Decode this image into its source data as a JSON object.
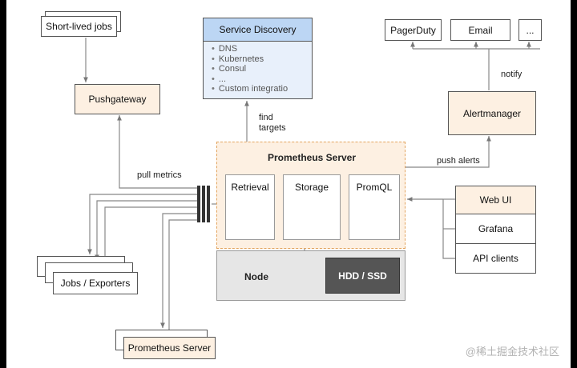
{
  "short_lived_jobs": "Short-lived jobs",
  "pushgateway": "Pushgateway",
  "service_discovery": {
    "title": "Service Discovery",
    "items": [
      "DNS",
      "Kubernetes",
      "Consul",
      "...",
      "Custom integratio"
    ]
  },
  "notify_targets": [
    "PagerDuty",
    "Email",
    "..."
  ],
  "alertmanager": "Alertmanager",
  "prometheus_server": {
    "title": "Prometheus Server",
    "retrieval": "Retrieval",
    "storage": "Storage",
    "promql": "PromQL"
  },
  "node": {
    "title": "Node",
    "hdd": "HDD / SSD"
  },
  "jobs_exporters": "Jobs / Exporters",
  "federated_prometheus": "Prometheus Server",
  "visualizers": [
    "Web UI",
    "Grafana",
    "API clients"
  ],
  "labels": {
    "pull_metrics": "pull metrics",
    "find_targets": [
      "find",
      "targets"
    ],
    "push_alerts": "push alerts",
    "notify": "notify"
  },
  "watermark": "@稀土掘金技术社区",
  "colors": {
    "peach": "#fdf0e2",
    "sd_header": "#bcd6f4",
    "sd_body": "#e8f0fb",
    "dashed_border": "#e3a560",
    "disk": "#555555"
  }
}
